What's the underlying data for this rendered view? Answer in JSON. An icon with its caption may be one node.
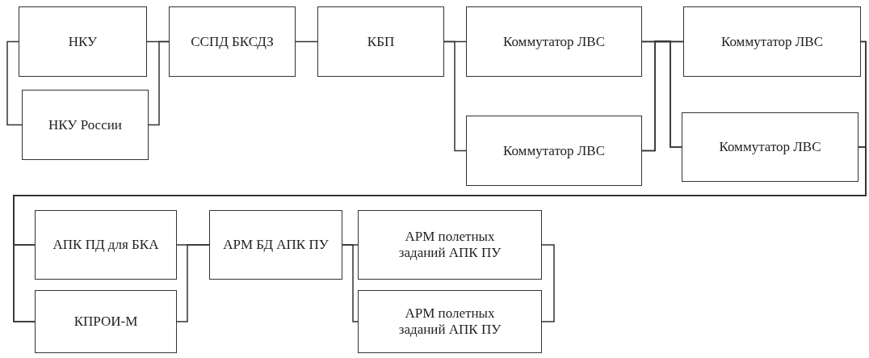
{
  "diagram": {
    "nodes": [
      {
        "text": [
          "НКУ"
        ]
      },
      {
        "text": [
          "НКУ России"
        ]
      },
      {
        "text": [
          "ССПД БКСДЗ"
        ]
      },
      {
        "text": [
          "КБП"
        ]
      },
      {
        "text": [
          "Коммутатор ЛВС"
        ]
      },
      {
        "text": [
          "Коммутатор ЛВС"
        ]
      },
      {
        "text": [
          "Коммутатор ЛВС"
        ]
      },
      {
        "text": [
          "Коммутатор ЛВС"
        ]
      },
      {
        "text": [
          "АПК ПД для БКА"
        ]
      },
      {
        "text": [
          "КПРОИ-М"
        ]
      },
      {
        "text": [
          "АРМ БД АПК ПУ"
        ]
      },
      {
        "text": [
          "АРМ полетных заданий АПК ПУ"
        ]
      },
      {
        "text": [
          "АРМ полетных заданий АПК ПУ"
        ]
      }
    ],
    "edges": [
      {
        "from": 0,
        "to": 1,
        "arrow": "none"
      },
      {
        "from": 0,
        "to": 2,
        "arrow": "none"
      },
      {
        "from": 1,
        "to": 2,
        "arrow": "none"
      },
      {
        "from": 2,
        "to": 3,
        "arrow": "none"
      },
      {
        "from": 3,
        "to": 4,
        "arrow": "none"
      },
      {
        "from": 3,
        "to": 5,
        "arrow": "none"
      },
      {
        "from": 4,
        "to": 6,
        "arrow": "none"
      },
      {
        "from": 4,
        "to": 7,
        "arrow": "none"
      },
      {
        "from": 5,
        "to": 6,
        "arrow": "none"
      },
      {
        "from": 5,
        "to": 7,
        "arrow": "none"
      },
      {
        "from": 6,
        "to": 8,
        "arrow": "none"
      },
      {
        "from": 6,
        "to": 9,
        "arrow": "none"
      },
      {
        "from": 7,
        "to": 8,
        "arrow": "none"
      },
      {
        "from": 7,
        "to": 9,
        "arrow": "none"
      },
      {
        "from": 8,
        "to": 10,
        "arrow": "none"
      },
      {
        "from": 9,
        "to": 10,
        "arrow": "none"
      },
      {
        "from": 10,
        "to": 11,
        "arrow": "none"
      },
      {
        "from": 10,
        "to": 12,
        "arrow": "none"
      },
      {
        "from": 11,
        "to": 12,
        "arrow": "none"
      }
    ]
  }
}
